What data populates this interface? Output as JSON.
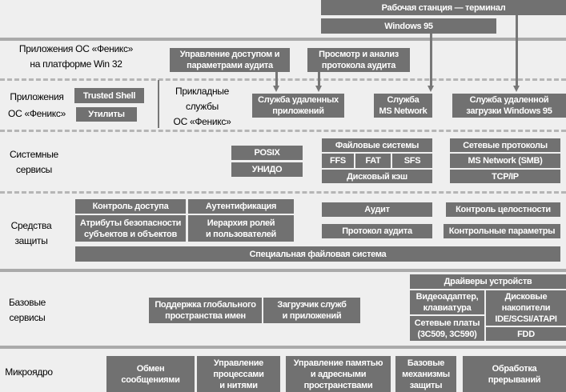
{
  "top": {
    "workstation": "Рабочая станция — терминал",
    "windows95": "Windows 95"
  },
  "layers": {
    "apps_win32": "Приложения ОС «Феникс»\nна платформе Win 32",
    "apps": "Приложения\nОС «Феникс»",
    "applied": "Прикладные\nслужбы\nОС «Феникс»",
    "system": "Системные\nсервисы",
    "security": "Средства\nзащиты",
    "base": "Базовые\nсервисы",
    "kernel": "Микроядро"
  },
  "win32_apps": [
    "Управление доступом и\nпараметрами аудита",
    "Просмотр и анализ\nпротокола аудита"
  ],
  "apps": [
    "Trusted Shell",
    "Утилиты"
  ],
  "services": [
    "Служба удаленных\nприложений",
    "Служба\nMS Network",
    "Служба удаленной\nзагрузки Windows 95"
  ],
  "system": {
    "posix": "POSIX",
    "unido": "УНИДО",
    "fs": "Файловые системы",
    "ffs": "FFS",
    "fat": "FAT",
    "sfs": "SFS",
    "cache": "Дисковый кэш",
    "net": "Сетевые протоколы",
    "smb": "MS Network (SMB)",
    "tcp": "TCP/IP"
  },
  "security": {
    "access": "Контроль доступа",
    "auth": "Аутентификация",
    "attrs": "Атрибуты безопасности\nсубъектов и объектов",
    "roles": "Иерархия ролей\nи пользователей",
    "audit": "Аудит",
    "audit_log": "Протокол аудита",
    "integrity": "Контроль целостности",
    "control_params": "Контрольные параметры",
    "special_fs": "Специальная файловая система"
  },
  "base": {
    "namespace": "Поддержка глобального\nпространства имен",
    "loader": "Загрузчик служб\nи приложений",
    "drivers": "Драйверы устройств",
    "video": "Видеоадаптер,\nклавиатура",
    "netcards": "Сетевые платы\n(3C509, 3C590)",
    "disks": "Дисковые\nнакопители\nIDE/SCSI/ATAPI",
    "fdd": "FDD"
  },
  "kernel": [
    "Обмен\nсообщениями",
    "Управление\nпроцессами\nи нитями",
    "Управление памятью\nи адресными\nпространствами",
    "Базовые\nмеханизмы\nзащиты",
    "Обработка\nпрерываний"
  ]
}
